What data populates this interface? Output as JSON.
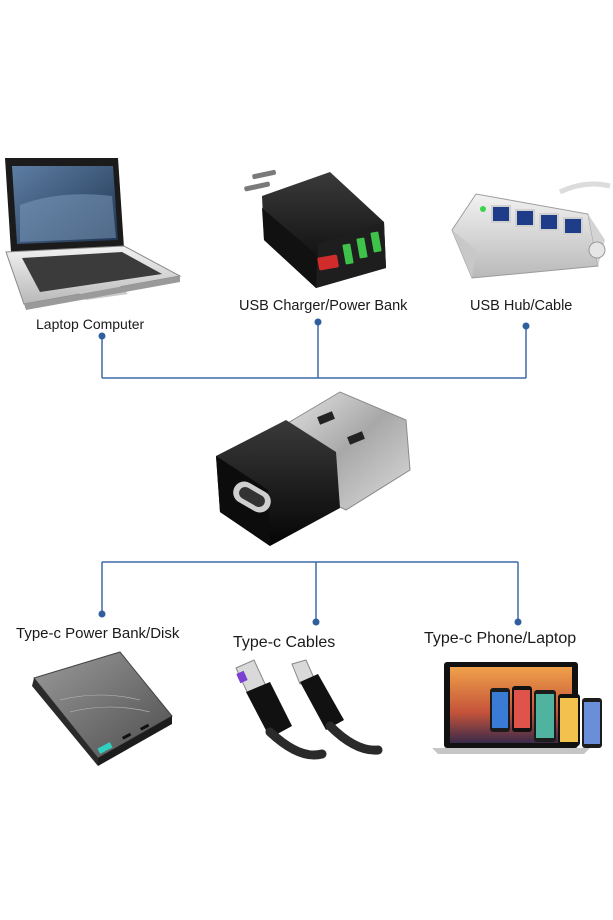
{
  "top_devices": [
    {
      "label": "Laptop Computer",
      "icon": "laptop-icon"
    },
    {
      "label": "USB Charger/Power Bank",
      "icon": "usb-charger-icon"
    },
    {
      "label": "USB Hub/Cable",
      "icon": "usb-hub-icon"
    }
  ],
  "center": {
    "icon": "usb-a-to-type-c-adapter-icon"
  },
  "bottom_devices": [
    {
      "label": "Type-c Power Bank/Disk",
      "icon": "power-bank-icon"
    },
    {
      "label": "Type-c Cables",
      "icon": "type-c-cable-icon"
    },
    {
      "label": "Type-c Phone/Laptop",
      "icon": "phone-laptop-icon"
    }
  ],
  "colors": {
    "connector_line": "#3d6aa8",
    "connector_dot": "#2f5f9e"
  }
}
